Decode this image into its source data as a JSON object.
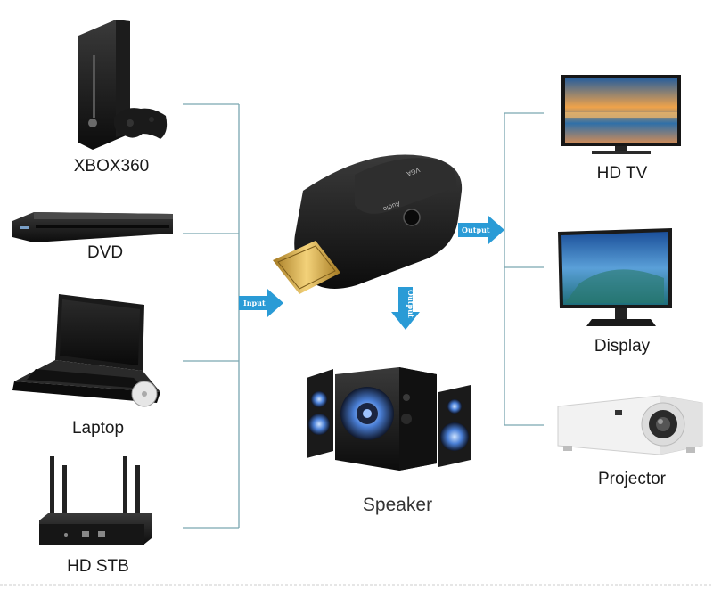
{
  "inputs": [
    {
      "id": "xbox",
      "label": "XBOX360",
      "icon": "game-console-icon"
    },
    {
      "id": "dvd",
      "label": "DVD",
      "icon": "dvd-player-icon"
    },
    {
      "id": "laptop",
      "label": "Laptop",
      "icon": "laptop-icon"
    },
    {
      "id": "stb",
      "label": "HD STB",
      "icon": "set-top-box-icon"
    }
  ],
  "outputs": [
    {
      "id": "tv",
      "label": "HD TV",
      "icon": "tv-icon"
    },
    {
      "id": "display",
      "label": "Display",
      "icon": "monitor-icon"
    },
    {
      "id": "projector",
      "label": "Projector",
      "icon": "projector-icon"
    }
  ],
  "center": {
    "adapter": {
      "icon": "hdmi-vga-adapter-icon",
      "port_label_vga": "VGA",
      "port_label_audio": "Audio"
    },
    "speaker": {
      "label": "Speaker",
      "icon": "speaker-icon"
    }
  },
  "arrows": {
    "input_label": "Input",
    "output_label": "Output",
    "audio_output_label": "Output"
  },
  "colors": {
    "connector_line": "#7aa6b0",
    "arrow": "#2a9bd6"
  }
}
